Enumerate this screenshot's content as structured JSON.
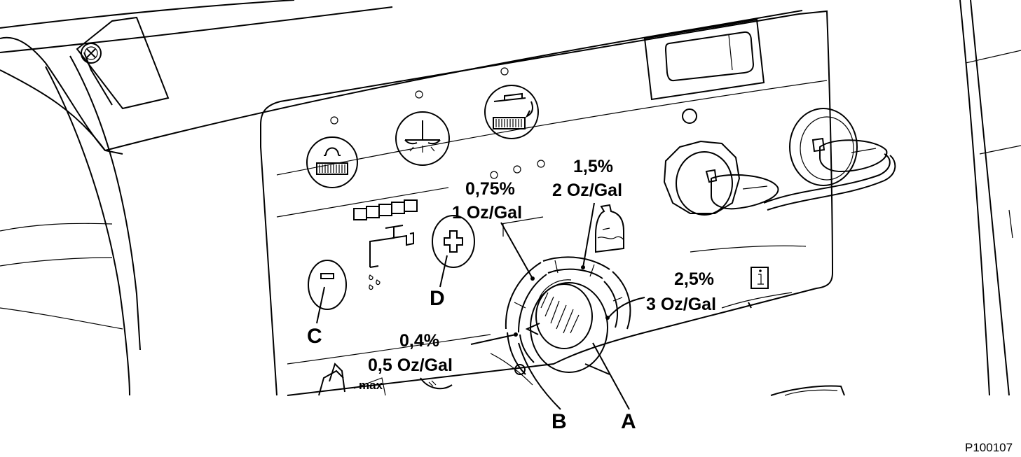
{
  "callouts": {
    "a": "A",
    "b": "B",
    "c": "C",
    "d": "D"
  },
  "dial_settings": [
    {
      "percent": "0,4%",
      "oz": "0,5 Oz/Gal"
    },
    {
      "percent": "0,75%",
      "oz": "1 Oz/Gal"
    },
    {
      "percent": "1,5%",
      "oz": "2 Oz/Gal"
    },
    {
      "percent": "2,5%",
      "oz": "3 Oz/Gal"
    }
  ],
  "figure_ref": "P100107",
  "colors": {
    "line": "#000000",
    "background": "#ffffff"
  },
  "icons": [
    "brush-deck-icon",
    "squeegee-icon",
    "side-brush-icon",
    "faucet-icon",
    "detergent-bottle-icon",
    "info-icon",
    "minus-icon",
    "plus-icon"
  ]
}
